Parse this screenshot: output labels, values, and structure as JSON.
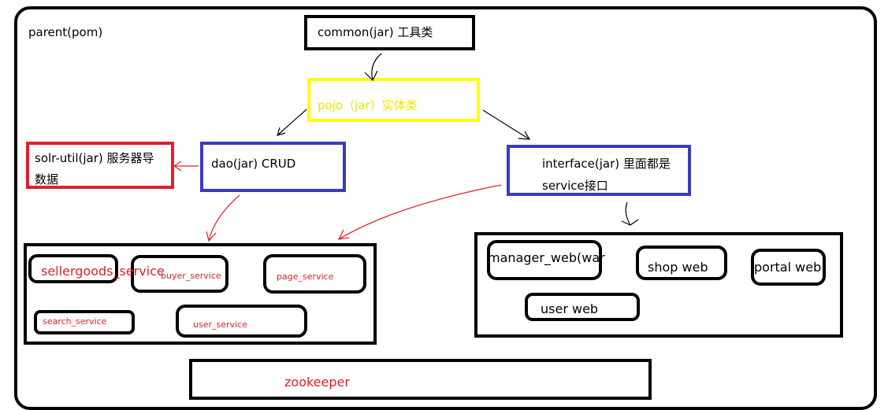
{
  "parent_label": "parent(pom)",
  "modules": {
    "common": "common(jar)  工具类",
    "pojo": "pojo（jar）实体类",
    "dao": "dao(jar) CRUD",
    "solr_line1": "solr-util(jar) 服务器导",
    "solr_line2": "数据",
    "interface_line1": "interface(jar) 里面都是",
    "interface_line2": "service接口"
  },
  "services": {
    "sellergoods": "sellergoods_service",
    "buyer": "buyer_service",
    "page": "page_service",
    "search": "search_service",
    "user": "user_service"
  },
  "webs": {
    "manager": "manager_web(war",
    "shop": "shop  web",
    "portal": "portal  web",
    "user": "user  web"
  },
  "zookeeper": "zookeeper",
  "colors": {
    "black": "#000000",
    "yellow": "#ffff00",
    "blue": "#3b3bbf",
    "red": "#e0202a"
  }
}
